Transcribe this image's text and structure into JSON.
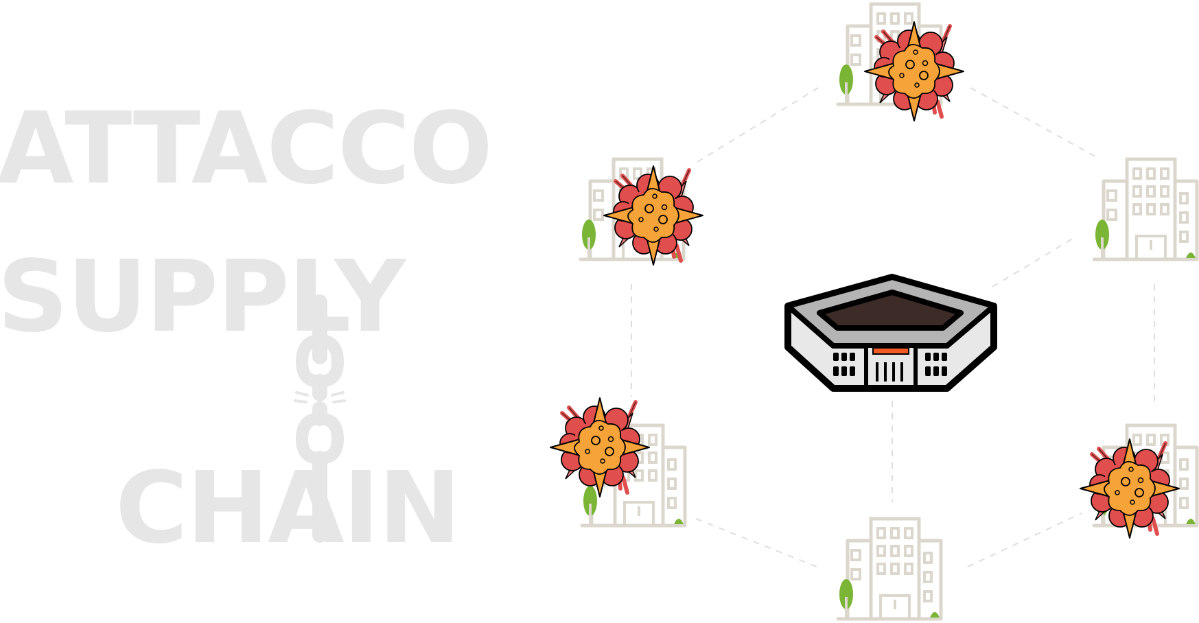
{
  "title": {
    "line1": "ATTACCO",
    "line2": "SUPPLY",
    "line3": "CHAIN"
  },
  "colors": {
    "title_gray": "#e6e6e6",
    "building_line": "#dcd7cd",
    "tree_green": "#7ab535",
    "connector_gray": "#dedede",
    "explosion_red": "#e04e4e",
    "explosion_pink": "#ef7f7f",
    "explosion_orange": "#f6a339",
    "hub_dark": "#3d2b28",
    "hub_gray": "#b4b4b4",
    "hub_light": "#e8e8e8",
    "hub_accent": "#f15a24"
  },
  "icons": {
    "hub": "network-hub-icon",
    "node": "office-building-icon",
    "attack": "explosion-icon",
    "broken_link": "broken-chain-icon"
  }
}
